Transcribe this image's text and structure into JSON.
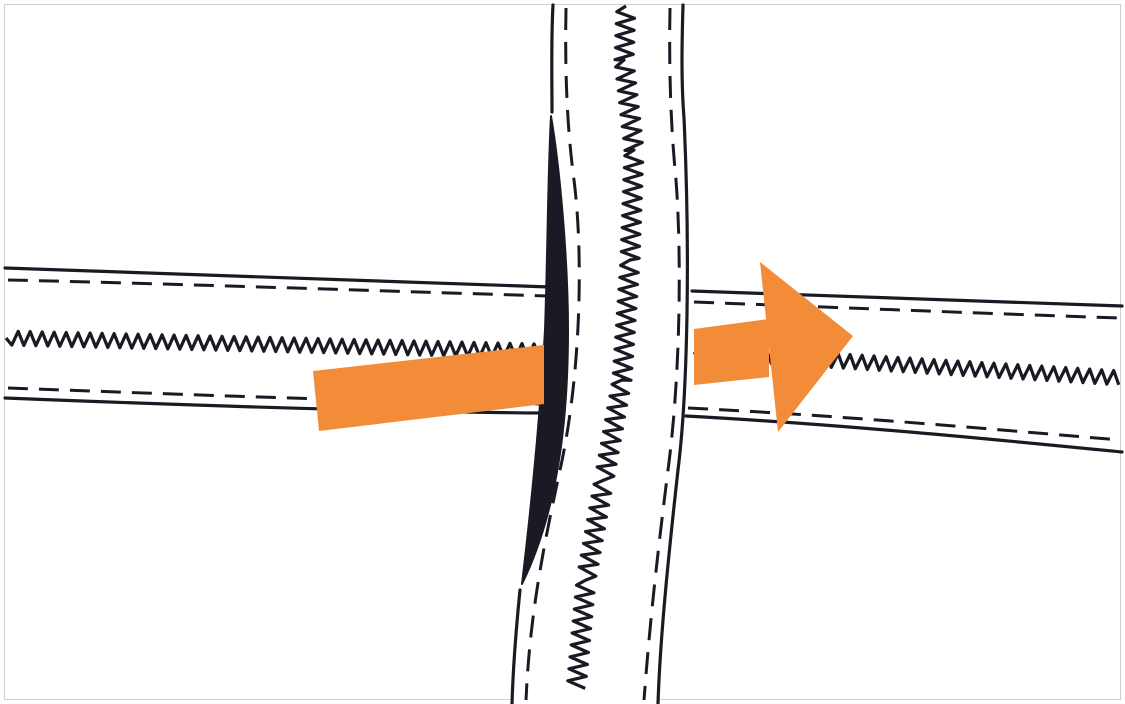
{
  "diagram": {
    "background": "#ffffff",
    "ink_color": "#1a1a24",
    "arrow_color": "#f28c38",
    "frame_color": "#cfcfcf",
    "elements": [
      {
        "id": "horizontal-zipper",
        "kind": "zipper",
        "orientation": "horizontal"
      },
      {
        "id": "vertical-zipper",
        "kind": "zipper",
        "orientation": "vertical"
      },
      {
        "id": "direction-arrow",
        "kind": "arrow",
        "direction": "right"
      }
    ]
  }
}
